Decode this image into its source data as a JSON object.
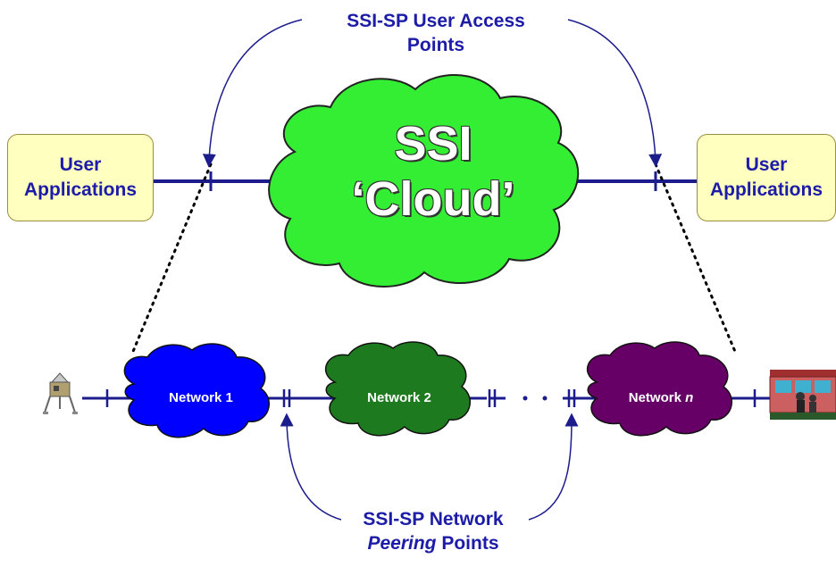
{
  "top_label": {
    "line1": "SSI-SP User Access",
    "line2": "Points"
  },
  "bottom_label": {
    "line1": "SSI-SP Network",
    "line2_em": "Peering",
    "line2_rest": " Points"
  },
  "ssi_cloud": {
    "line1": "SSI",
    "line2": "‘Cloud’"
  },
  "user_apps_left": {
    "line1": "User",
    "line2": "Applications"
  },
  "user_apps_right": {
    "line1": "User",
    "line2": "Applications"
  },
  "networks": [
    {
      "label": "Network 1",
      "color": "#0000ff"
    },
    {
      "label": "Network 2",
      "color": "#1e7a1e"
    },
    {
      "label_prefix": "Network ",
      "label_em": "n",
      "color": "#660066"
    }
  ],
  "colors": {
    "cloud_green": "#33ee33",
    "line_navy": "#1c1c8c",
    "label_blue": "#1c1ca8",
    "box_fill": "#ffffc0"
  },
  "icons": {
    "left_endpoint": "lunar-lander-icon",
    "right_endpoint": "control-room-icon"
  }
}
